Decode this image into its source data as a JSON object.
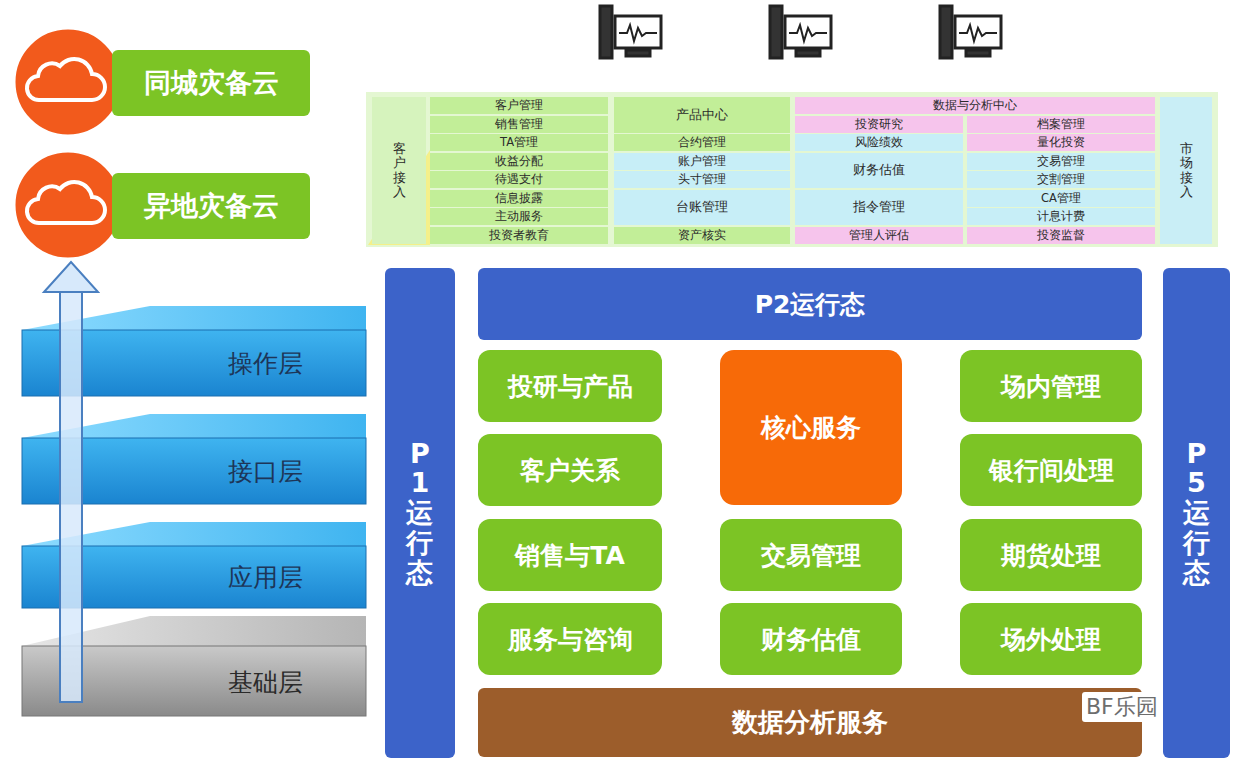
{
  "diagram": {
    "nodes": [
      {
        "text": [
          "同城灾备云"
        ]
      },
      {
        "text": [
          "异地灾备云"
        ]
      },
      {
        "text": [
          "操作层"
        ]
      },
      {
        "text": [
          "接口层"
        ]
      },
      {
        "text": [
          "应用层"
        ]
      },
      {
        "text": [
          "基础层"
        ]
      },
      {
        "text": [
          "客户接入"
        ]
      },
      {
        "text": [
          "客户管理"
        ]
      },
      {
        "text": [
          "销售管理"
        ]
      },
      {
        "text": [
          "TA管理"
        ]
      },
      {
        "text": [
          "收益分配"
        ]
      },
      {
        "text": [
          "待遇支付"
        ]
      },
      {
        "text": [
          "信息披露"
        ]
      },
      {
        "text": [
          "主动服务"
        ]
      },
      {
        "text": [
          "投资者教育"
        ]
      },
      {
        "text": [
          "产品中心"
        ]
      },
      {
        "text": [
          "合约管理"
        ]
      },
      {
        "text": [
          "账户管理"
        ]
      },
      {
        "text": [
          "头寸管理"
        ]
      },
      {
        "text": [
          "台账管理"
        ]
      },
      {
        "text": [
          "资产核实"
        ]
      },
      {
        "text": [
          "数据与分析中心"
        ]
      },
      {
        "text": [
          "投资研究"
        ]
      },
      {
        "text": [
          "风险绩效"
        ]
      },
      {
        "text": [
          "财务估值"
        ]
      },
      {
        "text": [
          "指令管理"
        ]
      },
      {
        "text": [
          "管理人评估"
        ]
      },
      {
        "text": [
          "档案管理"
        ]
      },
      {
        "text": [
          "量化投资"
        ]
      },
      {
        "text": [
          "交易管理"
        ]
      },
      {
        "text": [
          "交割管理"
        ]
      },
      {
        "text": [
          "CA管理"
        ]
      },
      {
        "text": [
          "计息计费"
        ]
      },
      {
        "text": [
          "投资监督"
        ]
      },
      {
        "text": [
          "市场接入"
        ]
      },
      {
        "text": [
          "P1运行态"
        ]
      },
      {
        "text": [
          "P2运行态"
        ]
      },
      {
        "text": [
          "投研与产品"
        ]
      },
      {
        "text": [
          "客户关系"
        ]
      },
      {
        "text": [
          "销售与TA"
        ]
      },
      {
        "text": [
          "服务与咨询"
        ]
      },
      {
        "text": [
          "核心服务"
        ]
      },
      {
        "text": [
          "交易管理"
        ]
      },
      {
        "text": [
          "财务估值"
        ]
      },
      {
        "text": [
          "场内管理"
        ]
      },
      {
        "text": [
          "银行间处理"
        ]
      },
      {
        "text": [
          "期货处理"
        ]
      },
      {
        "text": [
          "场外处理"
        ]
      },
      {
        "text": [
          "数据分析服务"
        ]
      },
      {
        "text": [
          "P5运行态"
        ]
      }
    ],
    "labels": [
      "BF乐园"
    ]
  }
}
